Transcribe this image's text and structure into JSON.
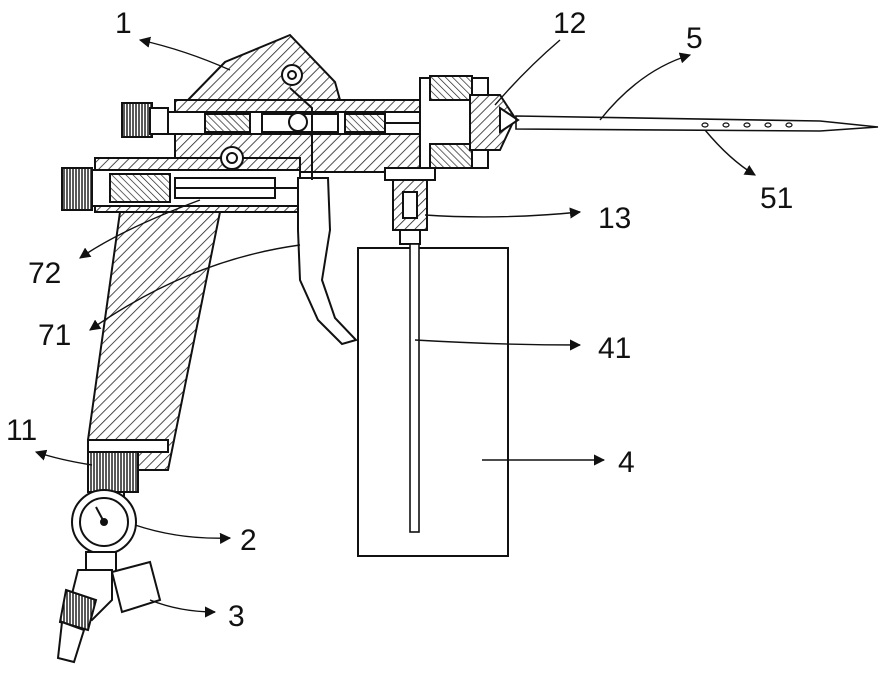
{
  "figure": {
    "labels": {
      "l1": "1",
      "l12": "12",
      "l5": "5",
      "l51": "51",
      "l13": "13",
      "l72": "72",
      "l71": "71",
      "l41": "41",
      "l11": "11",
      "l4": "4",
      "l2": "2",
      "l3": "3"
    },
    "colors": {
      "line": "#111111",
      "background": "#ffffff"
    }
  }
}
